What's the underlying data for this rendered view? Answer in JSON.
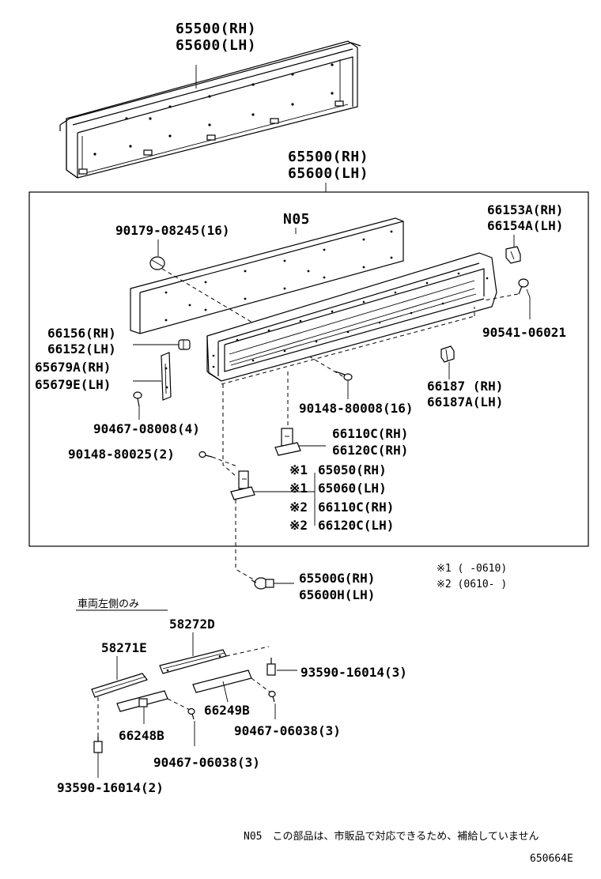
{
  "labels": {
    "top_rh": "65500(RH)",
    "top_lh": "65600(LH)",
    "box_rh": "65500(RH)",
    "box_lh": "65600(LH)",
    "n05": "N05",
    "p90179": "90179-08245(16)",
    "p66153a": "66153A(RH)",
    "p66154a": "66154A(LH)",
    "p90541": "90541-06021",
    "p66156": "66156(RH)",
    "p66152": "66152(LH)",
    "p65679a": "65679A(RH)",
    "p65679e": "65679E(LH)",
    "p66187": "66187 (RH)",
    "p66187a": "66187A(LH)",
    "p90148_16": "90148-80008(16)",
    "p90467_4": "90467-08008(4)",
    "p66110c": "66110C(RH)",
    "p66120c": "66120C(RH)",
    "p90148_2": "90148-80025(2)",
    "m1": "※1",
    "m1b": "※1",
    "m2": "※2",
    "m2b": "※2",
    "p65050": "65050(RH)",
    "p65060": "65060(LH)",
    "p66110c2": "66110C(RH)",
    "p66120c2": "66120C(LH)",
    "p65500g": "65500G(RH)",
    "p65600h": "65600H(LH)",
    "note1": "※1 (    -0610)",
    "note2": "※2 (0610-    )",
    "left_only": "車両左側のみ",
    "p58272d": "58272D",
    "p58271e": "58271E",
    "p93590_3": "93590-16014(3)",
    "p66249b": "66249B",
    "p66248b": "66248B",
    "p90467_3a": "90467-06038(3)",
    "p90467_3b": "90467-06038(3)",
    "p93590_2": "93590-16014(2)",
    "footnote": "N05　この部品は、市販品で対応できるため、補給していません",
    "figure_no": "650664E"
  }
}
